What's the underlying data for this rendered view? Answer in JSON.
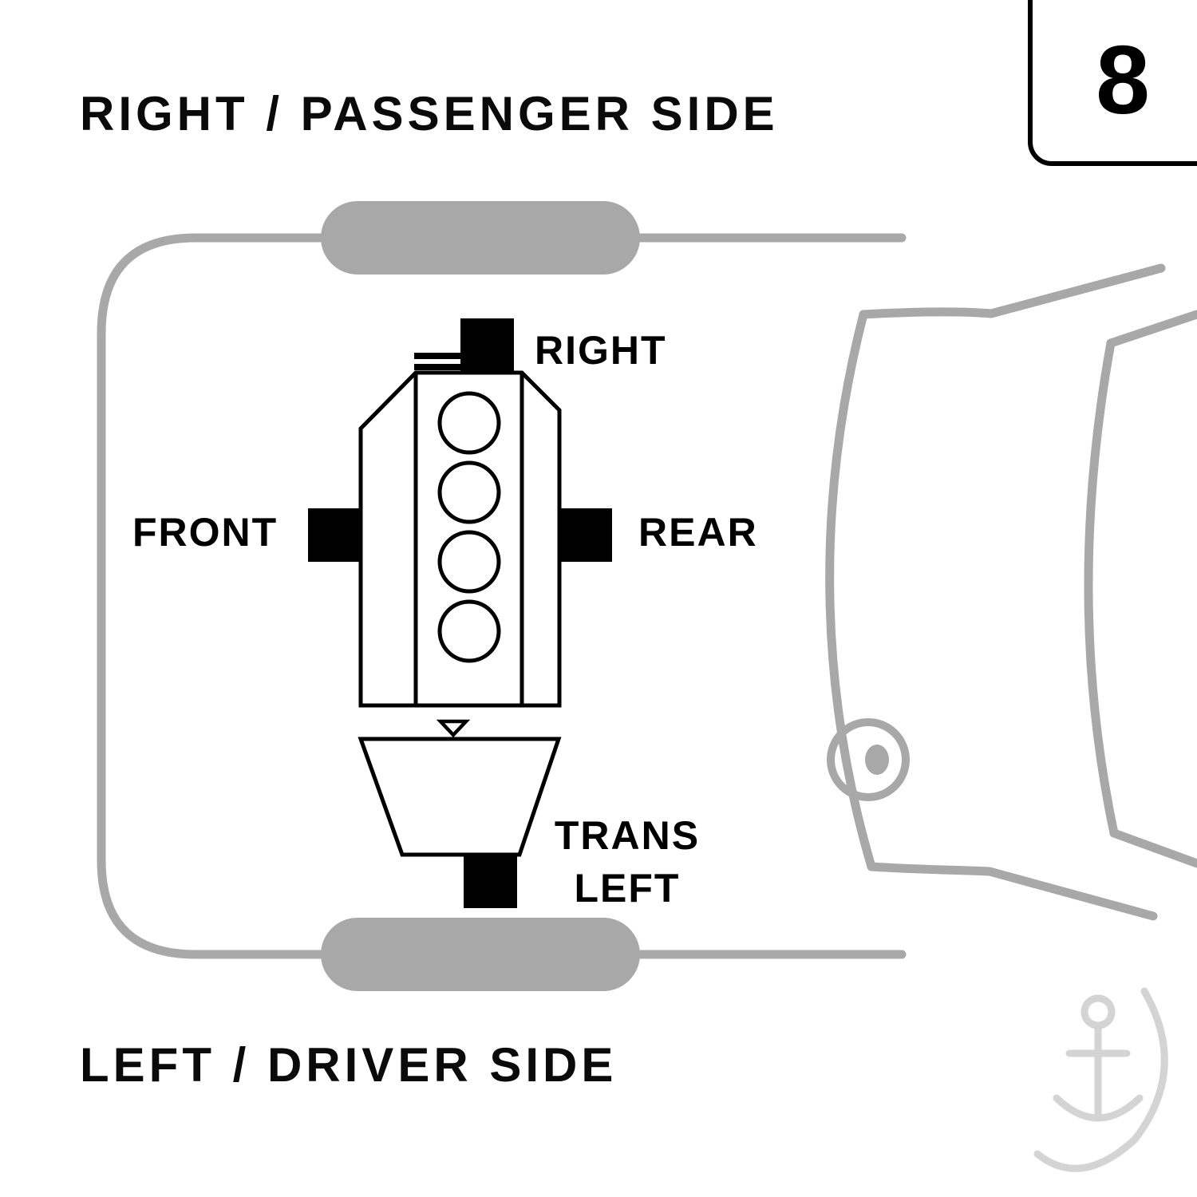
{
  "page": {
    "top_label": "RIGHT / PASSENGER SIDE",
    "bottom_label": "LEFT / DRIVER SIDE",
    "page_number": "8"
  },
  "engine_diagram": {
    "mount_labels": {
      "right": "RIGHT",
      "front": "FRONT",
      "rear": "REAR",
      "trans_line1": "TRANS",
      "trans_line2": "LEFT"
    },
    "cylinder_count": 4,
    "view": "top view of vehicle, front of car at right"
  },
  "colors": {
    "outline_gray": "#a8a8a8",
    "diagram_black": "#000000",
    "watermark_gray": "#d4d4d4",
    "background": "#ffffff"
  }
}
